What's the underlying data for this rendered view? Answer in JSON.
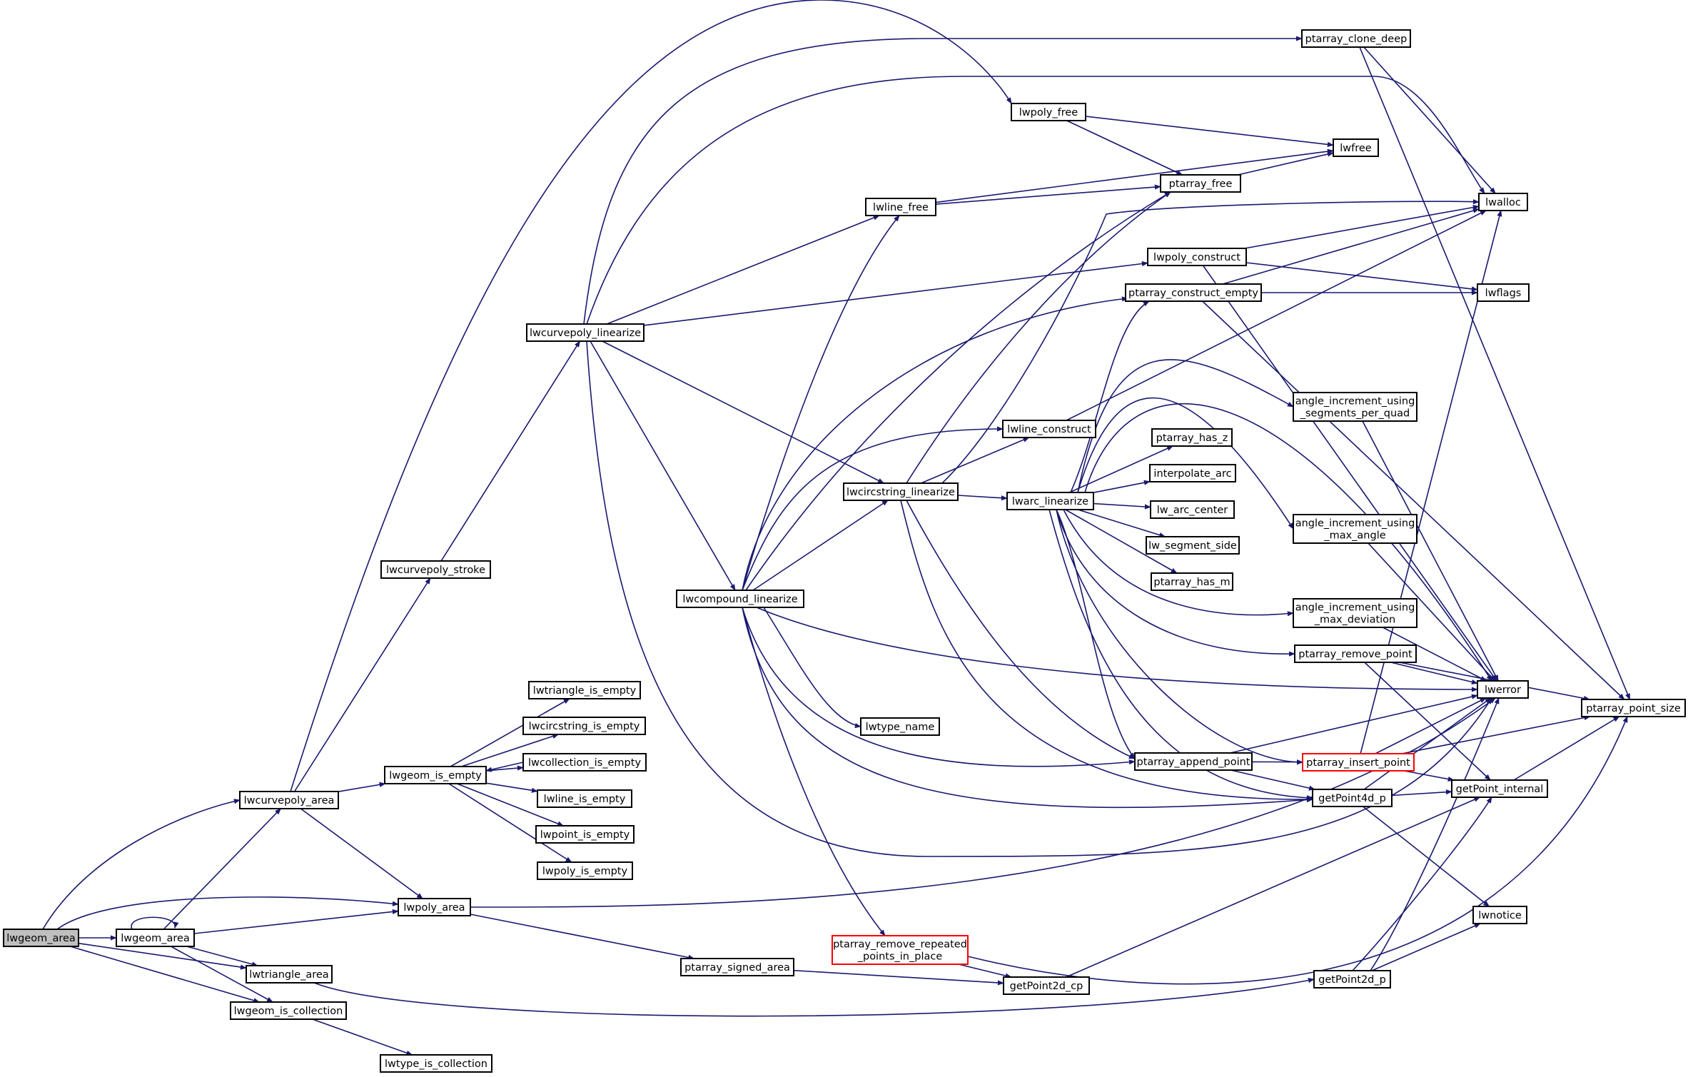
{
  "colors": {
    "edge": "#191970",
    "root_fill": "#bfbfbf",
    "node_fill": "#ffffff",
    "node_border": "#000000",
    "truncated_border": "#ff0000"
  },
  "nodes": [
    {
      "id": "lwgeom_area_root",
      "label": "lwgeom_area",
      "root": true
    },
    {
      "id": "lwgeom_area",
      "label": "lwgeom_area"
    },
    {
      "id": "lwcurvepoly_area",
      "label": "lwcurvepoly_area"
    },
    {
      "id": "lwpoly_area",
      "label": "lwpoly_area"
    },
    {
      "id": "lwtriangle_area",
      "label": "lwtriangle_area"
    },
    {
      "id": "lwgeom_is_collection",
      "label": "lwgeom_is_collection"
    },
    {
      "id": "lwtype_is_collection",
      "label": "lwtype_is_collection"
    },
    {
      "id": "lwcurvepoly_stroke",
      "label": "lwcurvepoly_stroke"
    },
    {
      "id": "lwgeom_is_empty",
      "label": "lwgeom_is_empty"
    },
    {
      "id": "lwcurvepoly_linearize",
      "label": "lwcurvepoly_linearize"
    },
    {
      "id": "lwtriangle_is_empty",
      "label": "lwtriangle_is_empty"
    },
    {
      "id": "lwcircstring_is_empty",
      "label": "lwcircstring_is_empty"
    },
    {
      "id": "lwcollection_is_empty",
      "label": "lwcollection_is_empty"
    },
    {
      "id": "lwline_is_empty",
      "label": "lwline_is_empty"
    },
    {
      "id": "lwpoint_is_empty",
      "label": "lwpoint_is_empty"
    },
    {
      "id": "lwpoly_is_empty",
      "label": "lwpoly_is_empty"
    },
    {
      "id": "ptarray_signed_area",
      "label": "ptarray_signed_area"
    },
    {
      "id": "lwcompound_linearize",
      "label": "lwcompound_linearize"
    },
    {
      "id": "lwtype_name",
      "label": "lwtype_name"
    },
    {
      "id": "ptarray_remove_repeated_points_in_place",
      "label": [
        "ptarray_remove_repeated",
        "_points_in_place"
      ],
      "truncated": true
    },
    {
      "id": "lwcircstring_linearize",
      "label": "lwcircstring_linearize"
    },
    {
      "id": "lwline_free",
      "label": "lwline_free"
    },
    {
      "id": "lwpoly_free",
      "label": "lwpoly_free"
    },
    {
      "id": "ptarray_clone_deep",
      "label": "ptarray_clone_deep"
    },
    {
      "id": "lwline_construct",
      "label": "lwline_construct"
    },
    {
      "id": "lwarc_linearize",
      "label": "lwarc_linearize"
    },
    {
      "id": "getPoint2d_cp",
      "label": "getPoint2d_cp"
    },
    {
      "id": "ptarray_free",
      "label": "ptarray_free"
    },
    {
      "id": "lwpoly_construct",
      "label": "lwpoly_construct"
    },
    {
      "id": "ptarray_construct_empty",
      "label": "ptarray_construct_empty"
    },
    {
      "id": "ptarray_has_z",
      "label": "ptarray_has_z"
    },
    {
      "id": "interpolate_arc",
      "label": "interpolate_arc"
    },
    {
      "id": "lw_arc_center",
      "label": "lw_arc_center"
    },
    {
      "id": "lw_segment_side",
      "label": "lw_segment_side"
    },
    {
      "id": "ptarray_has_m",
      "label": "ptarray_has_m"
    },
    {
      "id": "ptarray_append_point",
      "label": "ptarray_append_point"
    },
    {
      "id": "angle_increment_using_segments_per_quad",
      "label": [
        "angle_increment_using",
        "_segments_per_quad"
      ]
    },
    {
      "id": "angle_increment_using_max_angle",
      "label": [
        "angle_increment_using",
        "_max_angle"
      ]
    },
    {
      "id": "angle_increment_using_max_deviation",
      "label": [
        "angle_increment_using",
        "_max_deviation"
      ]
    },
    {
      "id": "ptarray_remove_point",
      "label": "ptarray_remove_point"
    },
    {
      "id": "ptarray_insert_point",
      "label": "ptarray_insert_point",
      "truncated": true
    },
    {
      "id": "getPoint4d_p",
      "label": "getPoint4d_p"
    },
    {
      "id": "getPoint2d_p",
      "label": "getPoint2d_p"
    },
    {
      "id": "lwfree",
      "label": "lwfree"
    },
    {
      "id": "lwalloc",
      "label": "lwalloc"
    },
    {
      "id": "lwflags",
      "label": "lwflags"
    },
    {
      "id": "lwerror",
      "label": "lwerror"
    },
    {
      "id": "getPoint_internal",
      "label": "getPoint_internal"
    },
    {
      "id": "lwnotice",
      "label": "lwnotice"
    },
    {
      "id": "ptarray_point_size",
      "label": "ptarray_point_size"
    }
  ],
  "edges": [
    [
      "lwgeom_area_root",
      "lwgeom_area"
    ],
    [
      "lwgeom_area_root",
      "lwcurvepoly_area"
    ],
    [
      "lwgeom_area_root",
      "lwpoly_area"
    ],
    [
      "lwgeom_area_root",
      "lwtriangle_area"
    ],
    [
      "lwgeom_area_root",
      "lwgeom_is_collection"
    ],
    [
      "lwgeom_area",
      "lwgeom_area"
    ],
    [
      "lwgeom_area",
      "lwcurvepoly_area"
    ],
    [
      "lwgeom_area",
      "lwpoly_area"
    ],
    [
      "lwgeom_area",
      "lwtriangle_area"
    ],
    [
      "lwgeom_area",
      "lwgeom_is_collection"
    ],
    [
      "lwcurvepoly_area",
      "lwcurvepoly_stroke"
    ],
    [
      "lwcurvepoly_area",
      "lwgeom_is_empty"
    ],
    [
      "lwcurvepoly_area",
      "lwpoly_area"
    ],
    [
      "lwcurvepoly_area",
      "lwpoly_free"
    ],
    [
      "lwcurvepoly_stroke",
      "lwcurvepoly_linearize"
    ],
    [
      "lwgeom_is_empty",
      "lwtriangle_is_empty"
    ],
    [
      "lwgeom_is_empty",
      "lwcircstring_is_empty"
    ],
    [
      "lwgeom_is_empty",
      "lwcollection_is_empty"
    ],
    [
      "lwcollection_is_empty",
      "lwgeom_is_empty"
    ],
    [
      "lwgeom_is_empty",
      "lwline_is_empty"
    ],
    [
      "lwgeom_is_empty",
      "lwpoint_is_empty"
    ],
    [
      "lwgeom_is_empty",
      "lwpoly_is_empty"
    ],
    [
      "lwpoly_area",
      "ptarray_signed_area"
    ],
    [
      "lwpoly_area",
      "lwerror"
    ],
    [
      "lwtriangle_area",
      "getPoint2d_p"
    ],
    [
      "lwgeom_is_collection",
      "lwtype_is_collection"
    ],
    [
      "lwcurvepoly_linearize",
      "ptarray_clone_deep"
    ],
    [
      "lwcurvepoly_linearize",
      "lwalloc"
    ],
    [
      "lwcurvepoly_linearize",
      "lwpoly_construct"
    ],
    [
      "lwcurvepoly_linearize",
      "lwcircstring_linearize"
    ],
    [
      "lwcurvepoly_linearize",
      "lwcompound_linearize"
    ],
    [
      "lwcurvepoly_linearize",
      "lwline_free"
    ],
    [
      "lwcurvepoly_linearize",
      "lwerror"
    ],
    [
      "lwcompound_linearize",
      "lwline_free"
    ],
    [
      "lwcompound_linearize",
      "ptarray_free"
    ],
    [
      "lwcompound_linearize",
      "ptarray_construct_empty"
    ],
    [
      "lwcompound_linearize",
      "lwline_construct"
    ],
    [
      "lwcompound_linearize",
      "lwcircstring_linearize"
    ],
    [
      "lwcompound_linearize",
      "lwtype_name"
    ],
    [
      "lwcompound_linearize",
      "ptarray_remove_repeated_points_in_place"
    ],
    [
      "lwcompound_linearize",
      "ptarray_append_point"
    ],
    [
      "lwcompound_linearize",
      "getPoint4d_p"
    ],
    [
      "lwcompound_linearize",
      "lwerror"
    ],
    [
      "lwcircstring_linearize",
      "lwline_construct"
    ],
    [
      "lwcircstring_linearize",
      "lwarc_linearize"
    ],
    [
      "lwcircstring_linearize",
      "ptarray_append_point"
    ],
    [
      "lwcircstring_linearize",
      "getPoint4d_p"
    ],
    [
      "lwcircstring_linearize",
      "lwalloc"
    ],
    [
      "lwcircstring_linearize",
      "ptarray_free"
    ],
    [
      "lwline_free",
      "ptarray_free"
    ],
    [
      "lwline_free",
      "lwfree"
    ],
    [
      "lwpoly_free",
      "ptarray_free"
    ],
    [
      "lwpoly_free",
      "lwfree"
    ],
    [
      "ptarray_free",
      "lwfree"
    ],
    [
      "ptarray_clone_deep",
      "lwalloc"
    ],
    [
      "ptarray_clone_deep",
      "ptarray_point_size"
    ],
    [
      "lwline_construct",
      "lwalloc"
    ],
    [
      "lwpoly_construct",
      "lwalloc"
    ],
    [
      "lwpoly_construct",
      "lwflags"
    ],
    [
      "lwpoly_construct",
      "lwerror"
    ],
    [
      "ptarray_construct_empty",
      "lwflags"
    ],
    [
      "ptarray_construct_empty",
      "lwalloc"
    ],
    [
      "ptarray_construct_empty",
      "ptarray_point_size"
    ],
    [
      "lwarc_linearize",
      "ptarray_construct_empty"
    ],
    [
      "lwarc_linearize",
      "ptarray_has_z"
    ],
    [
      "lwarc_linearize",
      "interpolate_arc"
    ],
    [
      "lwarc_linearize",
      "lw_arc_center"
    ],
    [
      "lwarc_linearize",
      "lw_segment_side"
    ],
    [
      "lwarc_linearize",
      "ptarray_has_m"
    ],
    [
      "lwarc_linearize",
      "angle_increment_using_segments_per_quad"
    ],
    [
      "lwarc_linearize",
      "angle_increment_using_max_angle"
    ],
    [
      "lwarc_linearize",
      "angle_increment_using_max_deviation"
    ],
    [
      "lwarc_linearize",
      "ptarray_remove_point"
    ],
    [
      "lwarc_linearize",
      "ptarray_insert_point"
    ],
    [
      "lwarc_linearize",
      "ptarray_append_point"
    ],
    [
      "lwarc_linearize",
      "getPoint4d_p"
    ],
    [
      "lwarc_linearize",
      "lwerror"
    ],
    [
      "angle_increment_using_segments_per_quad",
      "lwerror"
    ],
    [
      "angle_increment_using_max_angle",
      "lwerror"
    ],
    [
      "angle_increment_using_max_deviation",
      "lwerror"
    ],
    [
      "ptarray_remove_point",
      "lwerror"
    ],
    [
      "ptarray_remove_point",
      "getPoint_internal"
    ],
    [
      "ptarray_remove_point",
      "ptarray_point_size"
    ],
    [
      "ptarray_append_point",
      "ptarray_insert_point"
    ],
    [
      "ptarray_append_point",
      "lwerror"
    ],
    [
      "ptarray_append_point",
      "getPoint4d_p"
    ],
    [
      "ptarray_insert_point",
      "lwalloc"
    ],
    [
      "ptarray_insert_point",
      "lwerror"
    ],
    [
      "ptarray_insert_point",
      "getPoint_internal"
    ],
    [
      "ptarray_insert_point",
      "ptarray_point_size"
    ],
    [
      "getPoint4d_p",
      "lwerror"
    ],
    [
      "getPoint4d_p",
      "getPoint_internal"
    ],
    [
      "getPoint4d_p",
      "lwnotice"
    ],
    [
      "getPoint_internal",
      "ptarray_point_size"
    ],
    [
      "getPoint2d_p",
      "lwerror"
    ],
    [
      "getPoint2d_p",
      "getPoint_internal"
    ],
    [
      "getPoint2d_p",
      "lwnotice"
    ],
    [
      "ptarray_signed_area",
      "getPoint2d_cp"
    ],
    [
      "ptarray_remove_repeated_points_in_place",
      "getPoint2d_cp"
    ],
    [
      "ptarray_remove_repeated_points_in_place",
      "ptarray_point_size"
    ],
    [
      "getPoint2d_cp",
      "getPoint_internal"
    ]
  ]
}
